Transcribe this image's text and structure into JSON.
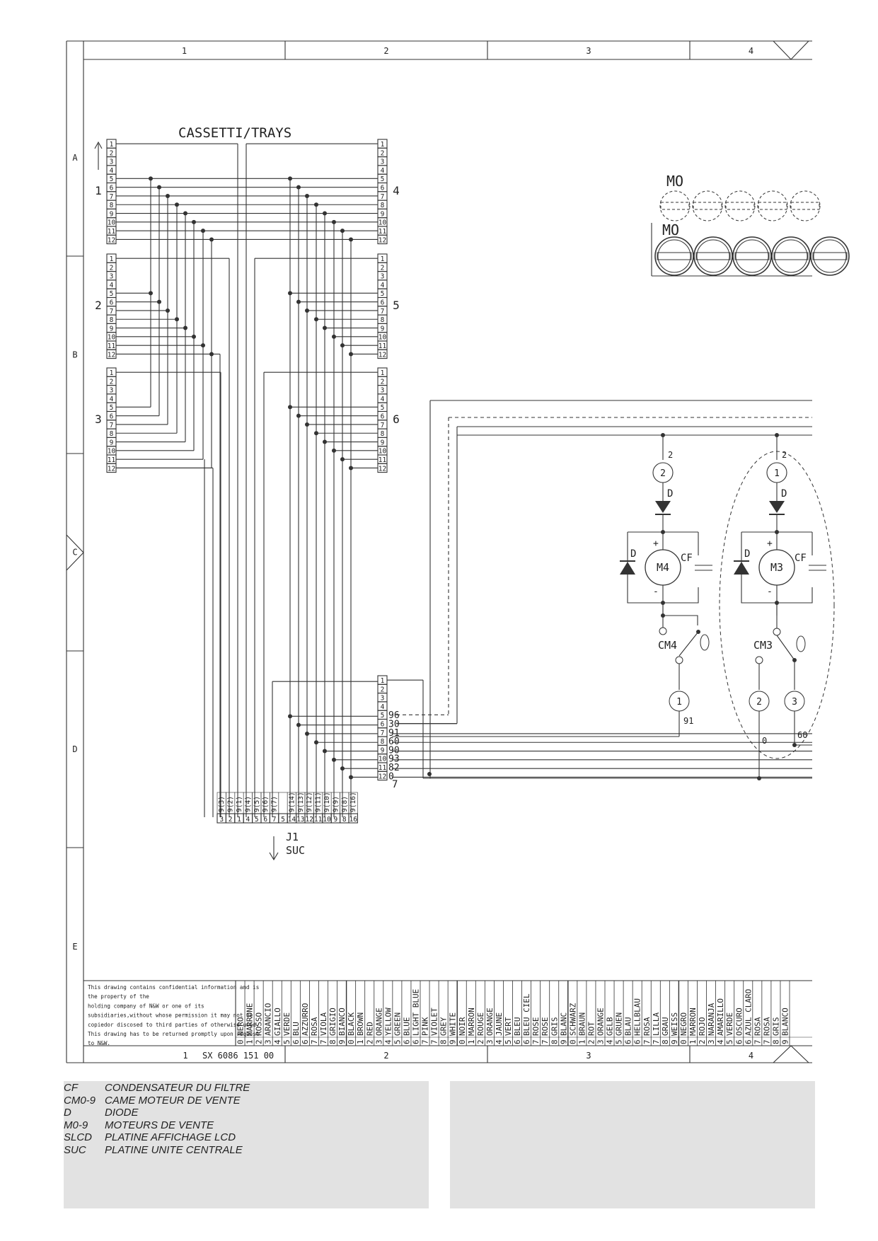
{
  "sheet": {
    "columns": [
      "1",
      "2",
      "3",
      "4"
    ],
    "rows": [
      "A",
      "B",
      "C",
      "D",
      "E"
    ],
    "drawing_number": "SX 6086 151 00",
    "confidentiality_note": [
      "This drawing contains confidential information and is",
      "the property of the",
      "holding company of N&W or one of its",
      "subsidiaries,without whose permission it may not be",
      "copiedor discosed to third parties of otherwise used.",
      "This drawing has to be returned promptly upon request",
      "to N&W."
    ]
  },
  "diagram": {
    "title": "CASSETTI/TRAYS",
    "pins": [
      "1",
      "2",
      "3",
      "4",
      "5",
      "6",
      "7",
      "8",
      "9",
      "10",
      "11",
      "12"
    ],
    "connector_groups_left": [
      "1",
      "2",
      "3"
    ],
    "connector_groups_right": [
      "4",
      "5",
      "6"
    ],
    "lower_connector_pins": [
      "1",
      "2",
      "3",
      "4",
      "5",
      "6",
      "7",
      "8",
      "9",
      "10",
      "11",
      "12"
    ],
    "lower_connector_wire_labels": [
      "",
      "",
      "",
      "",
      "96",
      "30",
      "91",
      "60",
      "90",
      "93",
      "82",
      "0"
    ],
    "lower_connector_tail_label": "7",
    "j1": {
      "name": "J1",
      "target": "SUC",
      "labels": [
        "9(3)",
        "9(2)",
        "9(1)",
        "9(4)",
        "9(5)",
        "9(6)",
        "9(7)",
        "",
        "9(14)",
        "9(13)",
        "9(12)",
        "9(11)",
        "9(10)",
        "9(9)",
        "9(8)",
        "9(16)"
      ],
      "pins": [
        "3",
        "2",
        "1",
        "4",
        "5",
        "6",
        "7",
        "5",
        "14",
        "13",
        "12",
        "11",
        "10",
        "9",
        "8",
        "16"
      ]
    },
    "motors": {
      "row_label_top": "MO",
      "row_label_bottom": "MO",
      "m4": {
        "name": "M4",
        "cf": "CF",
        "diode": "D",
        "cam": "CM4",
        "top_node": "2",
        "top_wire": "2",
        "bottom_node": "1",
        "bottom_wire": "91"
      },
      "m3": {
        "name": "M3",
        "cf": "CF",
        "diode": "D",
        "cam": "CM3",
        "top_node": "1",
        "top_wire": "2",
        "node_a": "2",
        "node_b": "3",
        "wire_a": "0",
        "wire_b": "60"
      },
      "plus": "+",
      "minus": "-"
    }
  },
  "color_table": [
    {
      "code": "0",
      "name": "NERO"
    },
    {
      "code": "1",
      "name": "MARRONE"
    },
    {
      "code": "2",
      "name": "ROSSO"
    },
    {
      "code": "3",
      "name": "ARANCIO"
    },
    {
      "code": "4",
      "name": "GIALLO"
    },
    {
      "code": "5",
      "name": "VERDE"
    },
    {
      "code": "6",
      "name": "BLU"
    },
    {
      "code": "6",
      "name": "AZZURRO"
    },
    {
      "code": "7",
      "name": "ROSA"
    },
    {
      "code": "7",
      "name": "VIOLA"
    },
    {
      "code": "8",
      "name": "GRIGIO"
    },
    {
      "code": "9",
      "name": "BIANCO"
    },
    {
      "code": "0",
      "name": "BLACK"
    },
    {
      "code": "1",
      "name": "BROWN"
    },
    {
      "code": "2",
      "name": "RED"
    },
    {
      "code": "3",
      "name": "ORANGE"
    },
    {
      "code": "4",
      "name": "YELLOW"
    },
    {
      "code": "5",
      "name": "GREEN"
    },
    {
      "code": "6",
      "name": "BLUE"
    },
    {
      "code": "6",
      "name": "LIGHT BLUE"
    },
    {
      "code": "7",
      "name": "PINK"
    },
    {
      "code": "7",
      "name": "VIOLET"
    },
    {
      "code": "8",
      "name": "GREY"
    },
    {
      "code": "9",
      "name": "WHITE"
    },
    {
      "code": "0",
      "name": "NOIR"
    },
    {
      "code": "1",
      "name": "MARRON"
    },
    {
      "code": "2",
      "name": "ROUGE"
    },
    {
      "code": "3",
      "name": "ORANGE"
    },
    {
      "code": "4",
      "name": "JAUNE"
    },
    {
      "code": "5",
      "name": "VERT"
    },
    {
      "code": "6",
      "name": "BLEU"
    },
    {
      "code": "6",
      "name": "BLEU CIEL"
    },
    {
      "code": "7",
      "name": "ROSE"
    },
    {
      "code": "7",
      "name": "ROSE"
    },
    {
      "code": "8",
      "name": "GRIS"
    },
    {
      "code": "9",
      "name": "BLANC"
    },
    {
      "code": "0",
      "name": "SCHWARZ"
    },
    {
      "code": "1",
      "name": "BRAUN"
    },
    {
      "code": "2",
      "name": "ROT"
    },
    {
      "code": "3",
      "name": "ORANGE"
    },
    {
      "code": "4",
      "name": "GELB"
    },
    {
      "code": "5",
      "name": "GRUEN"
    },
    {
      "code": "6",
      "name": "BLAU"
    },
    {
      "code": "6",
      "name": "HELLBLAU"
    },
    {
      "code": "7",
      "name": "ROSA"
    },
    {
      "code": "7",
      "name": "LILLA"
    },
    {
      "code": "8",
      "name": "GRAU"
    },
    {
      "code": "9",
      "name": "WEISS"
    },
    {
      "code": "0",
      "name": "NEGRO"
    },
    {
      "code": "1",
      "name": "MARRON"
    },
    {
      "code": "2",
      "name": "ROJO"
    },
    {
      "code": "3",
      "name": "NARANJA"
    },
    {
      "code": "4",
      "name": "AMARILLO"
    },
    {
      "code": "5",
      "name": "VERDE"
    },
    {
      "code": "6",
      "name": "OSCURO"
    },
    {
      "code": "6",
      "name": "AZUL CLARO"
    },
    {
      "code": "7",
      "name": "ROSA"
    },
    {
      "code": "7",
      "name": "ROSA"
    },
    {
      "code": "8",
      "name": "GRIS"
    },
    {
      "code": "9",
      "name": "BLANCO"
    }
  ],
  "legend": [
    {
      "code": "CF",
      "desc": "CONDENSATEUR DU FILTRE"
    },
    {
      "code": "CM0-9",
      "desc": "CAME MOTEUR DE VENTE"
    },
    {
      "code": "D",
      "desc": "DIODE"
    },
    {
      "code": "M0-9",
      "desc": "MOTEURS DE VENTE"
    },
    {
      "code": "SLCD",
      "desc": "PLATINE AFFICHAGE LCD"
    },
    {
      "code": "SUC",
      "desc": "PLATINE UNITE CENTRALE"
    }
  ]
}
